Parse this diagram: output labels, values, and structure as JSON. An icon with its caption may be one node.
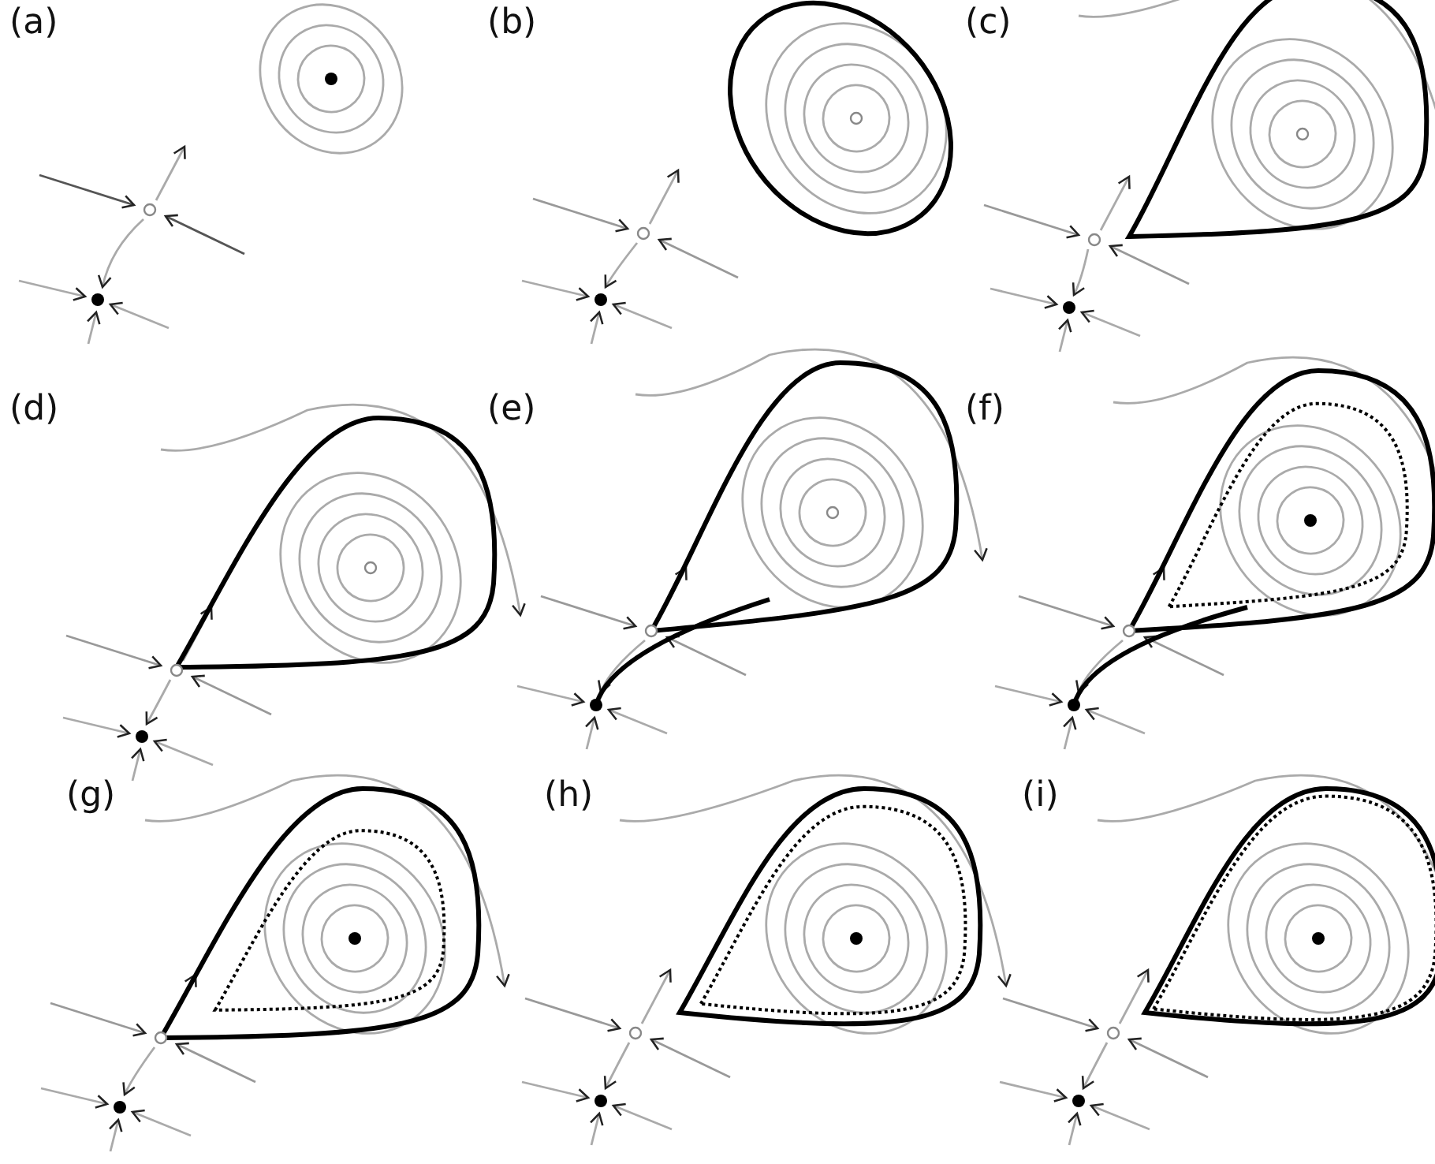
{
  "diagram": {
    "labels": [
      "(a)",
      "(b)",
      "(c)",
      "(d)",
      "(e)",
      "(f)",
      "(g)",
      "(h)",
      "(i)"
    ]
  }
}
